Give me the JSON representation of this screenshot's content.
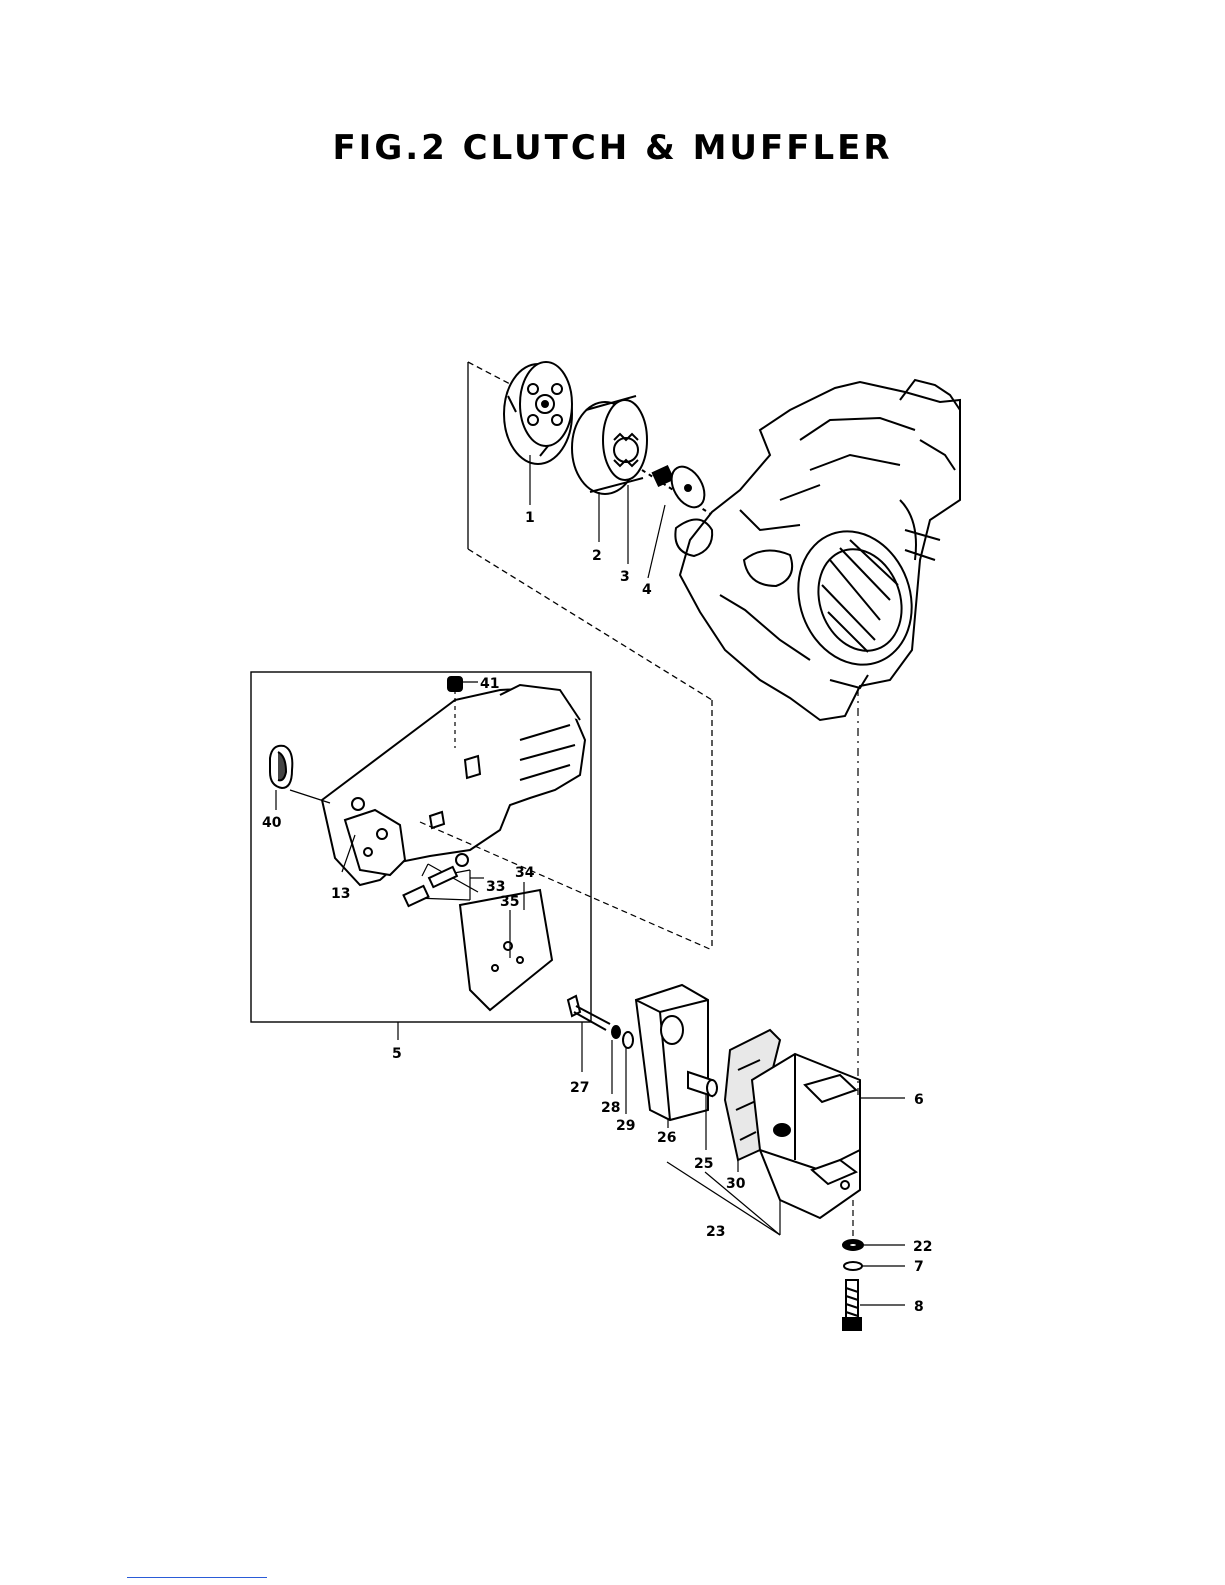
{
  "figure": {
    "title": "FIG.2   CLUTCH & MUFFLER"
  },
  "callouts": [
    {
      "id": "1",
      "label": "1"
    },
    {
      "id": "2",
      "label": "2"
    },
    {
      "id": "3",
      "label": "3"
    },
    {
      "id": "4",
      "label": "4"
    },
    {
      "id": "5",
      "label": "5"
    },
    {
      "id": "6",
      "label": "6"
    },
    {
      "id": "7",
      "label": "7"
    },
    {
      "id": "8",
      "label": "8"
    },
    {
      "id": "13",
      "label": "13"
    },
    {
      "id": "22",
      "label": "22"
    },
    {
      "id": "23",
      "label": "23"
    },
    {
      "id": "25",
      "label": "25"
    },
    {
      "id": "26",
      "label": "26"
    },
    {
      "id": "27",
      "label": "27"
    },
    {
      "id": "28",
      "label": "28"
    },
    {
      "id": "29",
      "label": "29"
    },
    {
      "id": "30",
      "label": "30"
    },
    {
      "id": "33",
      "label": "33"
    },
    {
      "id": "34",
      "label": "34"
    },
    {
      "id": "35",
      "label": "35"
    },
    {
      "id": "40",
      "label": "40"
    },
    {
      "id": "41",
      "label": "41"
    }
  ]
}
